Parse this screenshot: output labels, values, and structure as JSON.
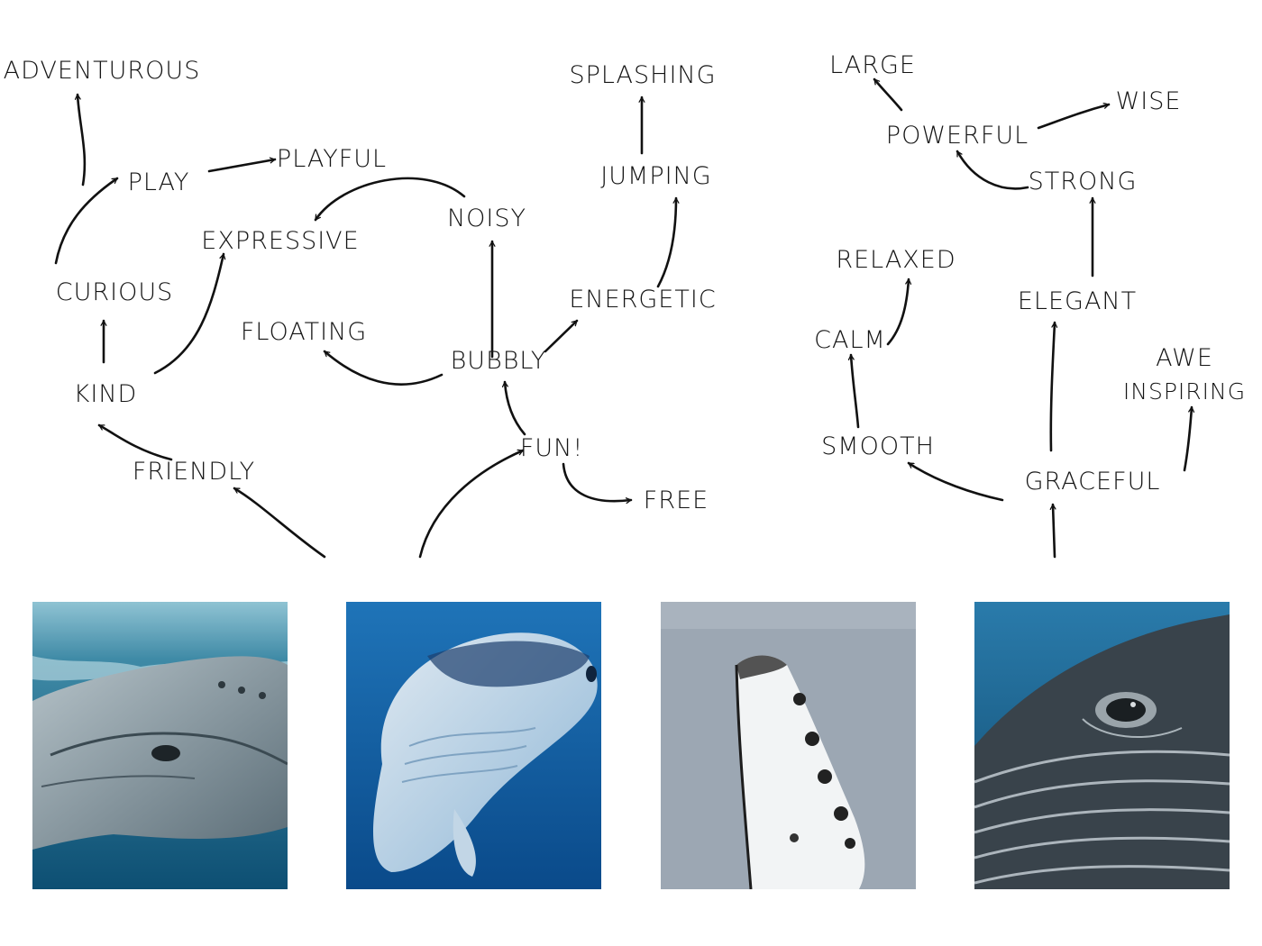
{
  "words": {
    "adventurous": "ADVENTUROUS",
    "play": "PLAY",
    "playful": "PLAYFUL",
    "expressive": "EXPRESSIVE",
    "noisy": "NOISY",
    "curious": "CURIOUS",
    "floating": "FLOATING",
    "bubbly": "BUBBLY",
    "kind": "KIND",
    "friendly": "FRIENDLY",
    "fun": "FUN!",
    "free": "FREE",
    "splashing": "SPLASHING",
    "jumping": "JUMPING",
    "energetic": "ENERGETIC",
    "large": "LARGE",
    "wise": "WISE",
    "powerful": "POWERFUL",
    "strong": "STRONG",
    "relaxed": "RELAXED",
    "elegant": "ELEGANT",
    "calm": "CALM",
    "awe": "AWE",
    "inspiring": "INSPIRING",
    "smooth": "SMOOTH",
    "graceful": "GRACEFUL"
  },
  "photos": [
    {
      "subject": "humpback whale head underwater near surface",
      "icon": "whale-eye-photo"
    },
    {
      "subject": "humpback whale belly in blue water",
      "icon": "whale-belly-photo"
    },
    {
      "subject": "whale pectoral fin rising from grey sea",
      "icon": "whale-fin-photo"
    },
    {
      "subject": "close-up of whale eye and skin grooves",
      "icon": "whale-eye-closeup-photo"
    }
  ]
}
